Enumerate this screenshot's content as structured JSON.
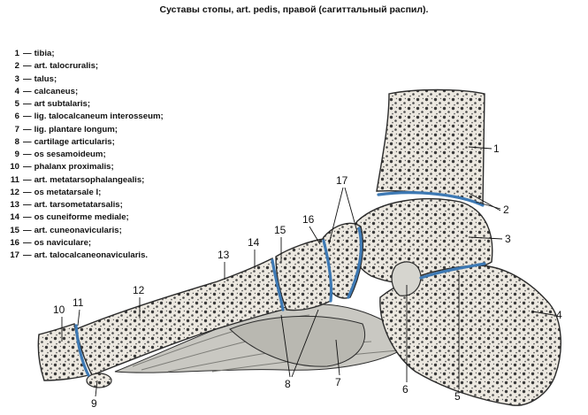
{
  "title": "Суставы стопы, art. pedis, правой (сагиттальный распил).",
  "legend": [
    {
      "num": "1",
      "dash": "—",
      "term": "tibia;"
    },
    {
      "num": "2",
      "dash": "—",
      "term": "art. talocruralis;"
    },
    {
      "num": "3",
      "dash": "—",
      "term": "talus;"
    },
    {
      "num": "4",
      "dash": "—",
      "term": "calcaneus;"
    },
    {
      "num": "5",
      "dash": "—",
      "term": "art subtalaris;"
    },
    {
      "num": "6",
      "dash": "—",
      "term": "lig. talocalcaneum interosseum;"
    },
    {
      "num": "7",
      "dash": "—",
      "term": "lig. plantare longum;"
    },
    {
      "num": "8",
      "dash": "—",
      "term": "cartilage articularis;"
    },
    {
      "num": "9",
      "dash": "—",
      "term": "os sesamoideum;"
    },
    {
      "num": "10",
      "dash": "—",
      "term": "phalanx proximalis;"
    },
    {
      "num": "11",
      "dash": "—",
      "term": "art. metatarsophalangealis;"
    },
    {
      "num": "12",
      "dash": "—",
      "term": "os metatarsale I;"
    },
    {
      "num": "13",
      "dash": "—",
      "term": "art. tarsometatarsalis;"
    },
    {
      "num": "14",
      "dash": "—",
      "term": "os cuneiforme mediale;"
    },
    {
      "num": "15",
      "dash": "—",
      "term": "art. cuneonavicularis;"
    },
    {
      "num": "16",
      "dash": "—",
      "term": "os naviculare;"
    },
    {
      "num": "17",
      "dash": "—",
      "term": "art. talocalcaneonavicularis."
    }
  ],
  "callouts": {
    "c1": "1",
    "c2": "2",
    "c3": "3",
    "c4": "4",
    "c5": "5",
    "c6": "6",
    "c7": "7",
    "c8": "8",
    "c9": "9",
    "c10": "10",
    "c11": "11",
    "c12": "12",
    "c13": "13",
    "c14": "14",
    "c15": "15",
    "c16": "16",
    "c17": "17"
  },
  "colors": {
    "bone": "#ece8e0",
    "bone_outline": "#2b2b2b",
    "cartilage": "#3d79b4",
    "ligament": "#9a9a94",
    "ink": "#111111"
  }
}
